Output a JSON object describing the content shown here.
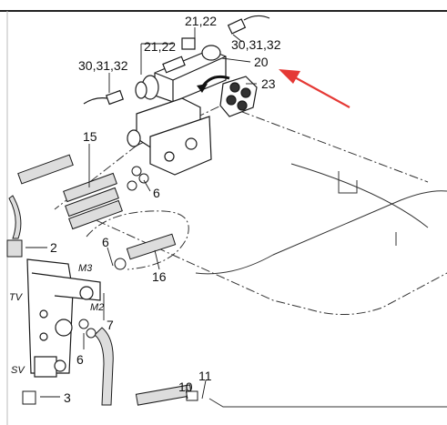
{
  "diagram": {
    "callouts": {
      "c_30_31_32_left": "30,31,32",
      "c_21_22_left": "21,22",
      "c_21_22_top": "21,22",
      "c_30_31_32_right": "30,31,32",
      "c_20": "20",
      "c_23": "23",
      "c_15": "15",
      "c_6_upper": "6",
      "c_2": "2",
      "c_6_mid": "6",
      "c_16": "16",
      "c_7": "7",
      "c_6_lower": "6",
      "c_3": "3",
      "c_10": "10",
      "c_11": "11"
    },
    "ports": {
      "m3": "M3",
      "m2": "M2",
      "tv": "TV",
      "sv": "SV"
    },
    "colors": {
      "line": "#1a1a1a",
      "highlight_arrow": "#e53935",
      "frame": "#222222"
    }
  }
}
